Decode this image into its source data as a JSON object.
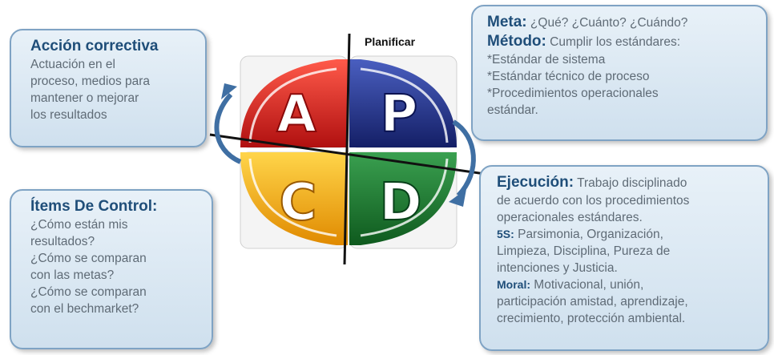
{
  "center": {
    "label": "Planificar",
    "quadrants": [
      {
        "letter": "A",
        "color": "#d42020"
      },
      {
        "letter": "P",
        "color": "#1e2f8c"
      },
      {
        "letter": "C",
        "color": "#f2b21a"
      },
      {
        "letter": "D",
        "color": "#1e7a2e"
      }
    ]
  },
  "top_left": {
    "title": "Acción correctiva",
    "lines": [
      "Actuación en el",
      "proceso, medios para",
      "mantener  o mejorar",
      "los resultados"
    ]
  },
  "bottom_left": {
    "title": "Ítems De Control:",
    "lines": [
      "¿Cómo están mis",
      "resultados?",
      "¿Cómo se comparan",
      "con las metas?",
      "¿Cómo se comparan",
      "con el bechmarket?"
    ]
  },
  "top_right": {
    "meta_label": "Meta:",
    "meta_text": " ¿Qué? ¿Cuánto? ¿Cuándo?",
    "metodo_label": "Método:",
    "metodo_text": " Cumplir los estándares:",
    "lines": [
      "*Estándar de sistema",
      "*Estándar técnico de proceso",
      "*Procedimientos operacionales",
      "estándar."
    ]
  },
  "bottom_right": {
    "ejec_label": "Ejecución:",
    "ejec_text": " Trabajo disciplinado",
    "ejec_lines": [
      "de acuerdo con los procedimientos",
      "operacionales estándares."
    ],
    "s5_label": "5S:",
    "s5_text": " Parsimonia, Organización,",
    "s5_lines": [
      "Limpieza, Disciplina, Pureza de",
      "intenciones y Justicia."
    ],
    "moral_label": "Moral:",
    "moral_text": " Motivacional, unión,",
    "moral_lines": [
      "participación amistad, aprendizaje,",
      "crecimiento, protección ambiental."
    ]
  }
}
